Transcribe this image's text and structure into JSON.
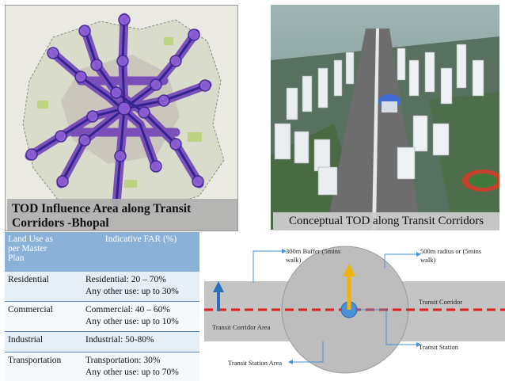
{
  "map": {
    "caption_line1": "TOD Influence Area along  Transit",
    "caption_line2": "Corridors -Bhopal"
  },
  "render": {
    "caption": "Conceptual TOD along  Transit Corridors"
  },
  "table": {
    "header": {
      "col1_lines": [
        "Land Use as",
        "per Master",
        "Plan"
      ],
      "col2": "Indicative FAR (%)"
    },
    "rows": [
      {
        "land_use": "Residential",
        "far_lines": [
          "Residential:  20 – 70%",
          "Any other use: up to 30%"
        ]
      },
      {
        "land_use": "Commercial",
        "far_lines": [
          "Commercial: 40 – 60%",
          "Any other use: up to 10%"
        ]
      },
      {
        "land_use": "Industrial",
        "far_lines": [
          "Industrial: 50-80%"
        ]
      },
      {
        "land_use": "Transportation",
        "far_lines": [
          "Transportation: 30%",
          "Any other use: up to 70%"
        ]
      }
    ]
  },
  "diagram": {
    "buffer_label_lines": [
      "300m Buffer (5mins",
      "walk)"
    ],
    "radius_label_lines": [
      "500m radius or (5mins",
      "walk)"
    ],
    "corridor_label": "Transit Corridor",
    "corridor_area_label": "Transit Corridor Area",
    "station_label": "Transit Station",
    "station_area_label": "Transit Station Area",
    "colors": {
      "band": "#c4c4c4",
      "circle": "#bdbdbd",
      "corridor_line": "#e01e1e",
      "station": "#4a8fd8",
      "arrow_up": "#f2b400",
      "arrow_side": "#2a6fb8",
      "leader": "#4a90d6"
    }
  }
}
